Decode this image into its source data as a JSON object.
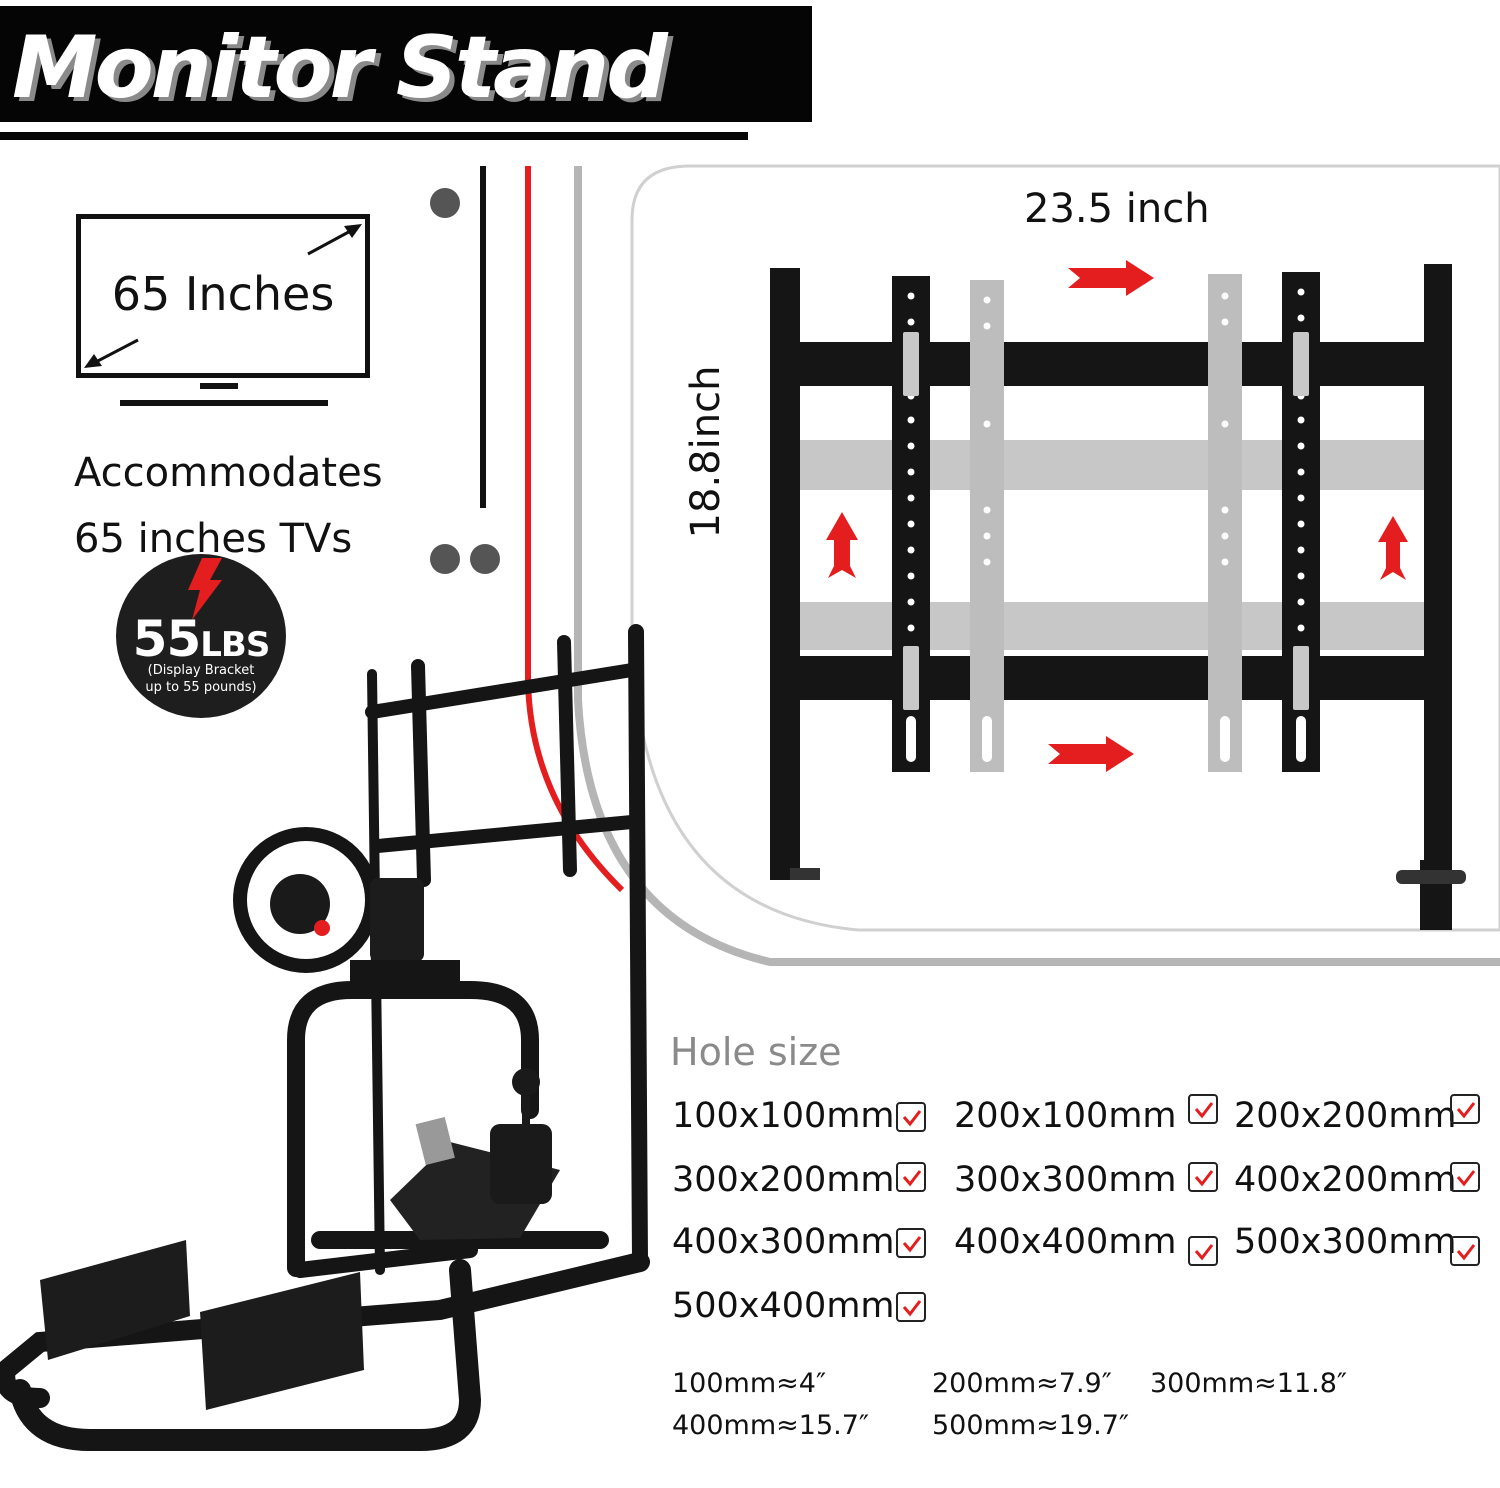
{
  "header": {
    "title": "Monitor Stand"
  },
  "tv_icon": {
    "label": "65 Inches"
  },
  "capacity": {
    "line1": "Accommodates",
    "line2": "65 inches TVs"
  },
  "badge": {
    "value": "55",
    "unit": "LBS",
    "note_line1": "(Display Bracket",
    "note_line2": "up to 55 pounds)"
  },
  "dimensions": {
    "width": "23.5 inch",
    "height": "18.8inch"
  },
  "hole_size": {
    "title": "Hole size",
    "items": [
      "100x100mm",
      "200x100mm",
      "200x200mm",
      "300x200mm",
      "300x300mm",
      "400x200mm",
      "400x300mm",
      "400x400mm",
      "500x300mm",
      "500x400mm"
    ]
  },
  "conversions": [
    "100mm≈4″",
    "200mm≈7.9″",
    "300mm≈11.8″",
    "400mm≈15.7″",
    "500mm≈19.7″"
  ],
  "colors": {
    "accent_red": "#e41e1e",
    "frame_black": "#111111",
    "gray": "#9a9a9a"
  },
  "icons": [
    "tv-icon",
    "lightning-bolt-icon",
    "checkbox-check-icon",
    "arrow-right-icon",
    "arrow-up-icon"
  ]
}
